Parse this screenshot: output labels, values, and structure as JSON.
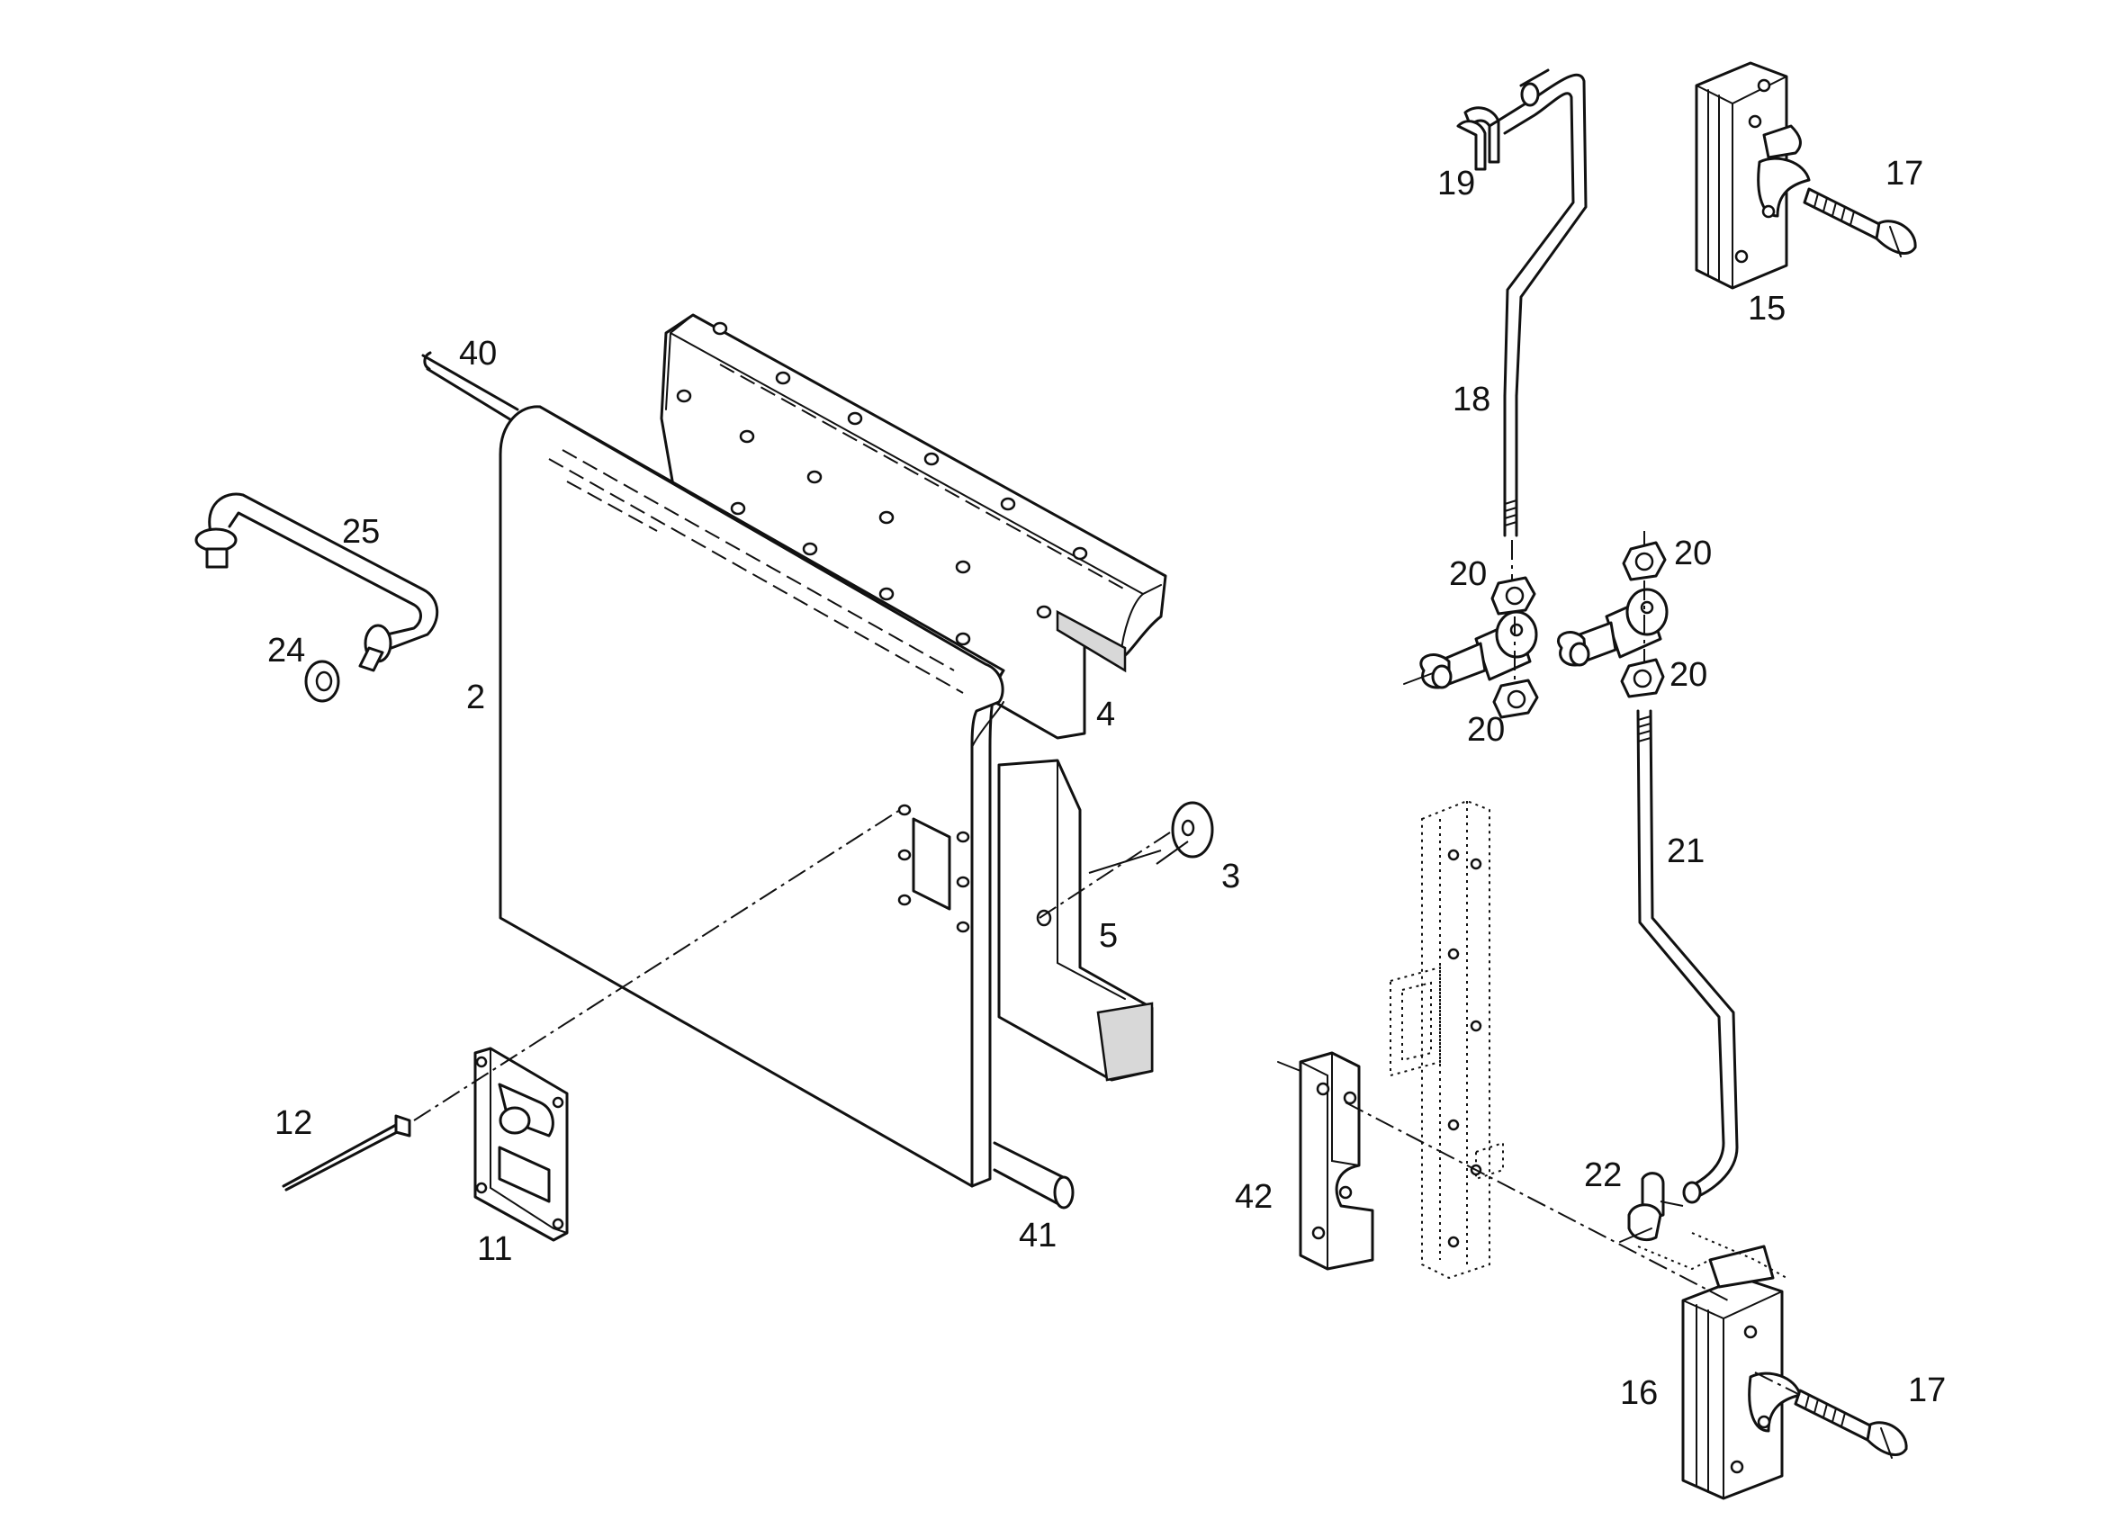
{
  "callouts": {
    "c2": "2",
    "c3": "3",
    "c4": "4",
    "c5": "5",
    "c11": "11",
    "c12": "12",
    "c15": "15",
    "c16": "16",
    "c17a": "17",
    "c17b": "17",
    "c18": "18",
    "c19": "19",
    "c20a": "20",
    "c20b": "20",
    "c20c": "20",
    "c20d": "20",
    "c21": "21",
    "c22": "22",
    "c24": "24",
    "c25": "25",
    "c40": "40",
    "c41": "41",
    "c42": "42"
  },
  "colors": {
    "ink": "#111111",
    "paper": "#ffffff"
  }
}
